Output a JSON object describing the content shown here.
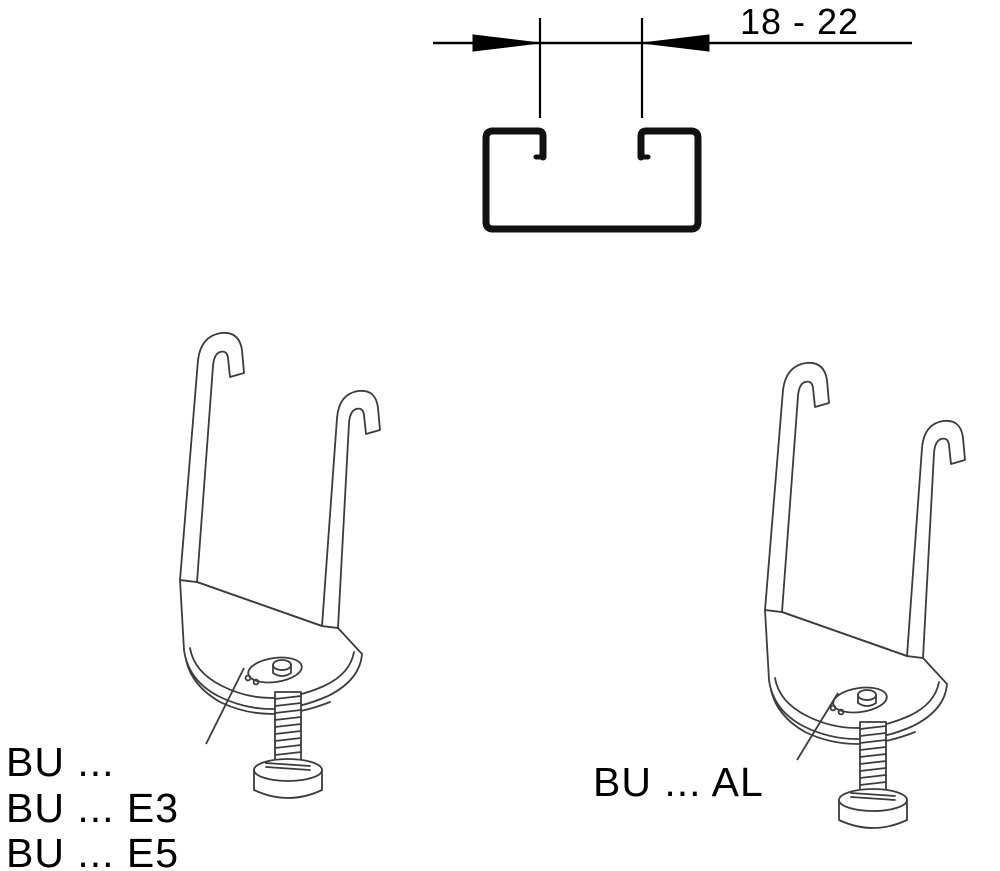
{
  "page": {
    "background_color": "#ffffff",
    "outline_color": "#000000",
    "drawing_color": "#3c3c3c"
  },
  "dimension": {
    "label": "18 - 22"
  },
  "product_labels": {
    "left_variants": [
      "BU ...",
      "BU ... E3",
      "BU ... E5"
    ],
    "right_variant": "BU ... AL"
  }
}
